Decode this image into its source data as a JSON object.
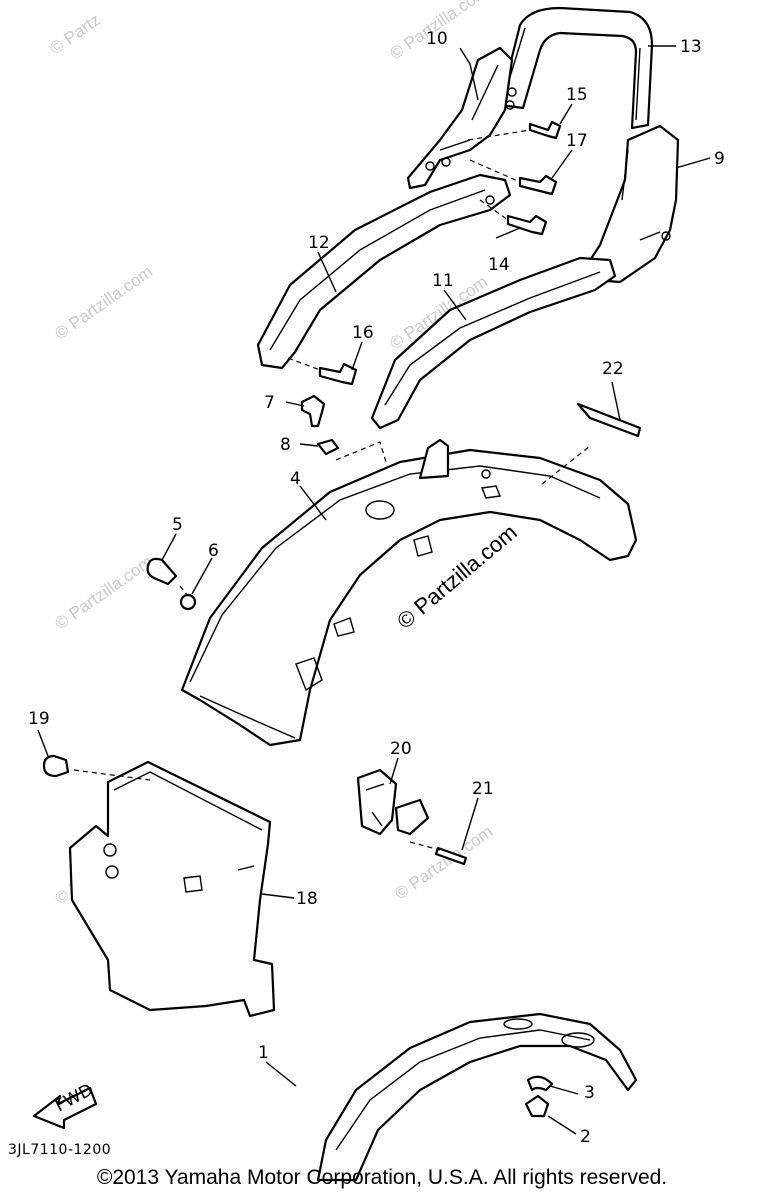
{
  "watermark": {
    "text": "© Partzilla.com",
    "short_text": "© Partz"
  },
  "callouts": [
    "1",
    "2",
    "3",
    "4",
    "5",
    "6",
    "7",
    "8",
    "9",
    "10",
    "11",
    "12",
    "13",
    "14",
    "15",
    "16",
    "17",
    "18",
    "19",
    "20",
    "21",
    "22"
  ],
  "fwd_label": "FWD",
  "drawing_code": "3JL7110-1200",
  "copyright": "©2013  Yamaha Motor Corporation, U.S.A. All rights reserved."
}
